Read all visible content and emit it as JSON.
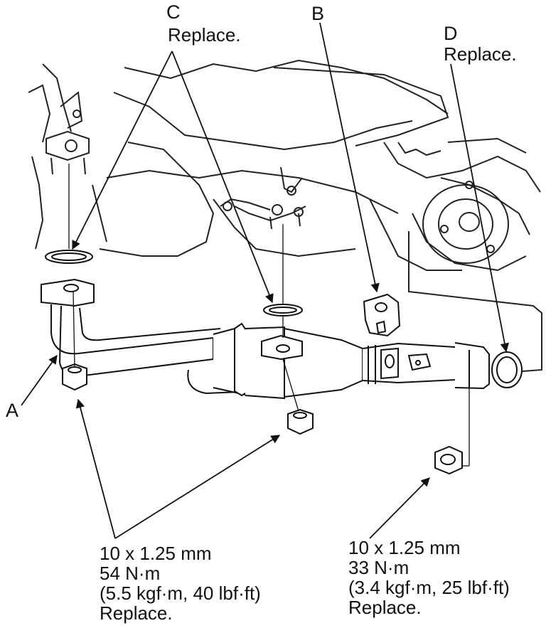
{
  "callouts": {
    "a": {
      "letter": "A"
    },
    "b": {
      "letter": "B"
    },
    "c": {
      "letter": "C",
      "note": "Replace."
    },
    "d": {
      "letter": "D",
      "note": "Replace."
    }
  },
  "specs": {
    "left": {
      "size": "10 x 1.25 mm",
      "torque": "54 N·m",
      "torque_alt": "(5.5 kgf·m, 40 lbf·ft)",
      "note": "Replace."
    },
    "right": {
      "size": "10 x 1.25 mm",
      "torque": "33 N·m",
      "torque_alt": "(3.4 kgf·m, 25 lbf·ft)",
      "note": "Replace."
    }
  }
}
